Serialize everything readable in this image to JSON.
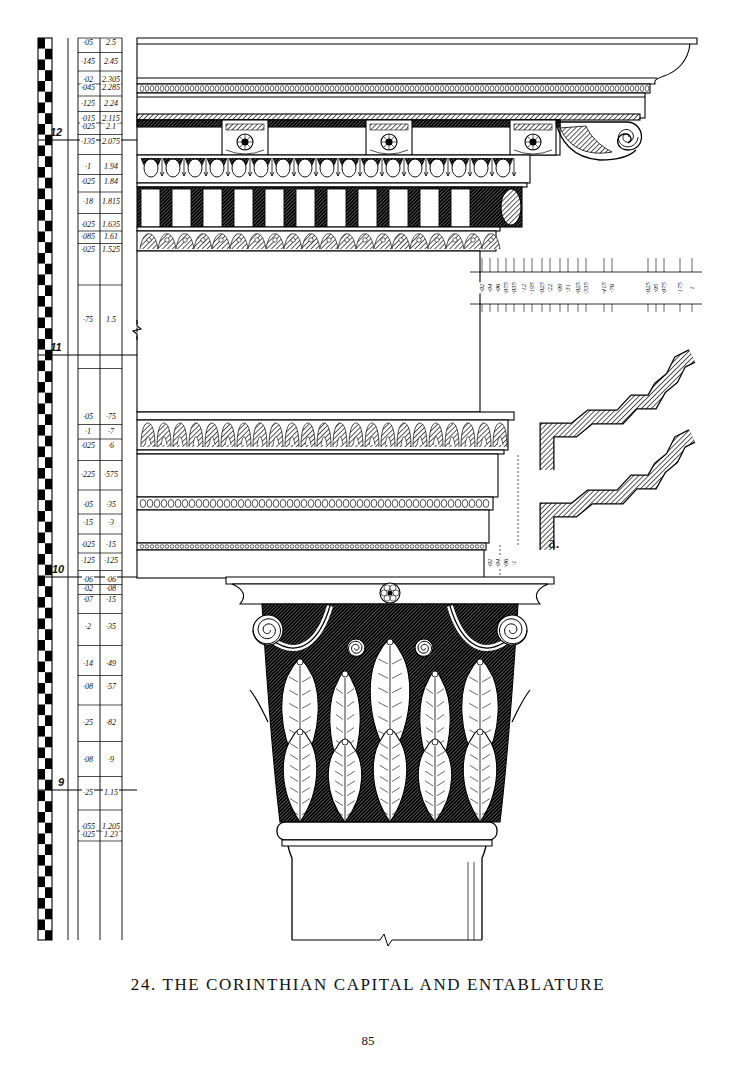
{
  "diagram": {
    "caption": "24. THE CORINTHIAN CAPITAL AND ENTABLATURE",
    "labels": [
      "·05",
      "2.5",
      "·145",
      "2.45",
      "·02",
      "2.305",
      "·045",
      "2.285",
      "·125",
      "2.24",
      "·015",
      "2.115",
      "·025",
      "2.1",
      "·135",
      "2.075",
      "·1",
      "1.94",
      "·025",
      "1.84",
      "·18",
      "1.815",
      "·025",
      "1.635",
      "·085",
      "1.61",
      "·025",
      "1.525",
      "·75",
      "1.5",
      "·05",
      "·75",
      "·1",
      "·7",
      "·025",
      "·6",
      "·225",
      "·575",
      "·05",
      "·35",
      "·15",
      "·3",
      "·025",
      "·15",
      "·125",
      "·125",
      "·06",
      "·06",
      "·02",
      "·08",
      "·07",
      "·15",
      "·2",
      "·35",
      "·14",
      "·49",
      "·08",
      "·57",
      "·25",
      "·82",
      "·08",
      "·9",
      "·25",
      "1.15",
      "·055",
      "1.205",
      "·025",
      "1.23",
      "12",
      "11",
      "10",
      "9",
      "·02",
      "·04",
      "·06",
      "·075",
      "·035",
      "·12",
      "·195",
      "·025",
      "·22",
      "·09",
      "·31",
      "·025",
      "·335",
      "·415",
      "·76",
      "·025",
      "·05",
      "·075",
      "·175",
      "1",
      "a.",
      "·02",
      "·04",
      "·06",
      "·1",
      "85"
    ]
  }
}
